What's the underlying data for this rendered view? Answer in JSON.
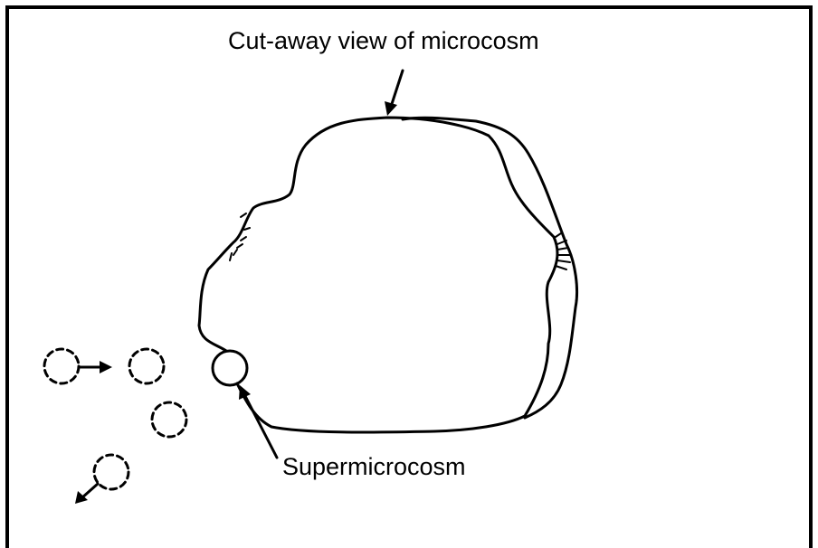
{
  "labels": {
    "microcosm": "Cut-away view of microcosm",
    "supermicrocosm": "Supermicrocosm"
  },
  "colors": {
    "ink": "#000000",
    "background": "#ffffff"
  },
  "elements": {
    "microcosm": "closed irregular outline drawn in cut-away, front edge plus back edge",
    "supermicrocosm": "small solid circle on the left edge of the microcosm",
    "particles": "four dashed circles, two with motion arrows"
  }
}
